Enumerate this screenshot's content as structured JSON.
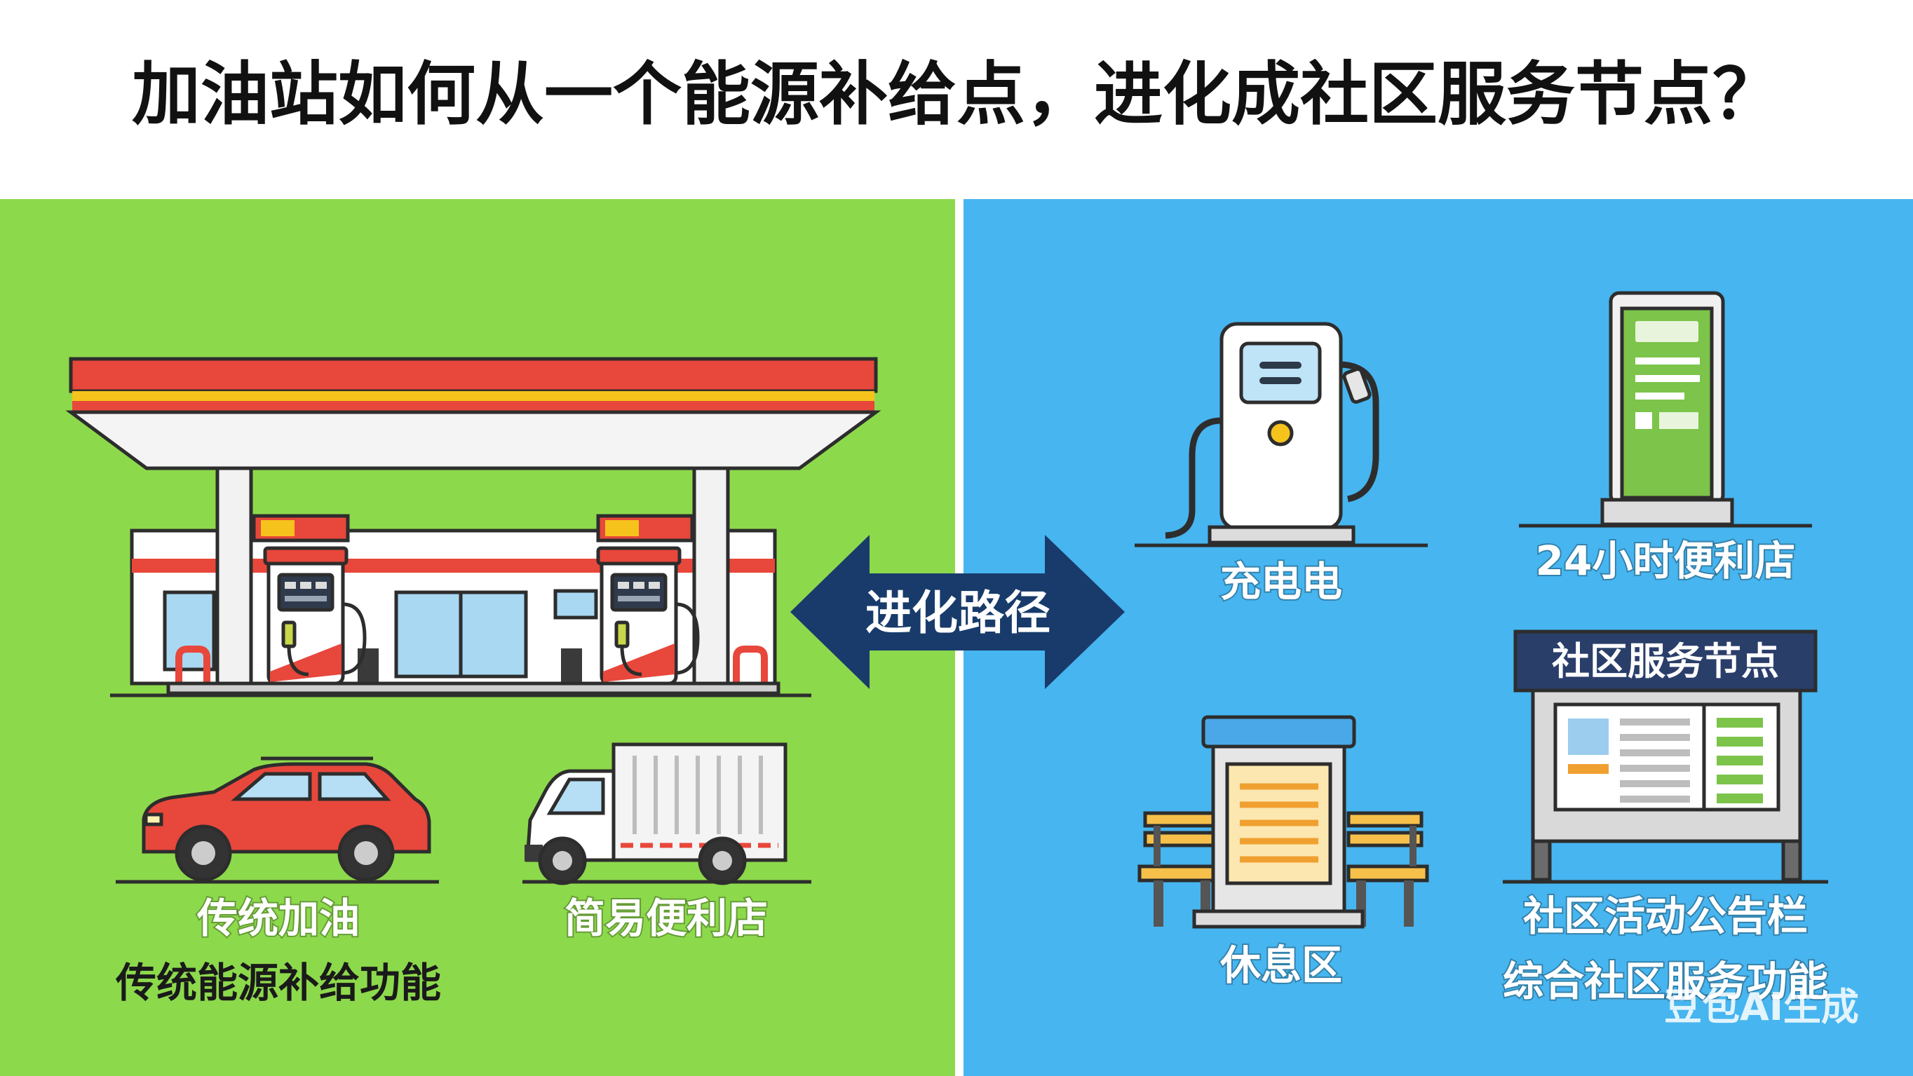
{
  "title": "加油站如何从一个能源补给点，进化成社区服务节点？",
  "left": {
    "traditional_fueling": "传统加油",
    "traditional_function": "传统能源补给功能",
    "convenience_store": "简易便利店"
  },
  "arrow": {
    "label": "进化路径"
  },
  "right": {
    "charging": "充电电",
    "store_24h": "24小时便利店",
    "board_header": "社区服务节点",
    "rest_area": "休息区",
    "bulletin": "社区活动公告栏",
    "function": "综合社区服务功能"
  },
  "watermark": "豆包AI生成",
  "icons": {
    "left": [
      "gas-station-icon",
      "fuel-pump-icon",
      "car-icon",
      "truck-icon"
    ],
    "right": [
      "ev-charger-icon",
      "kiosk-icon",
      "bench-icon",
      "bulletin-board-icon"
    ]
  },
  "colors": {
    "left_panel": "#8dd94c",
    "right_panel": "#47b5ef",
    "arrow": "#183b6b",
    "red": "#e8473b",
    "yellow": "#f5c31c",
    "navy": "#2a3e6a"
  }
}
